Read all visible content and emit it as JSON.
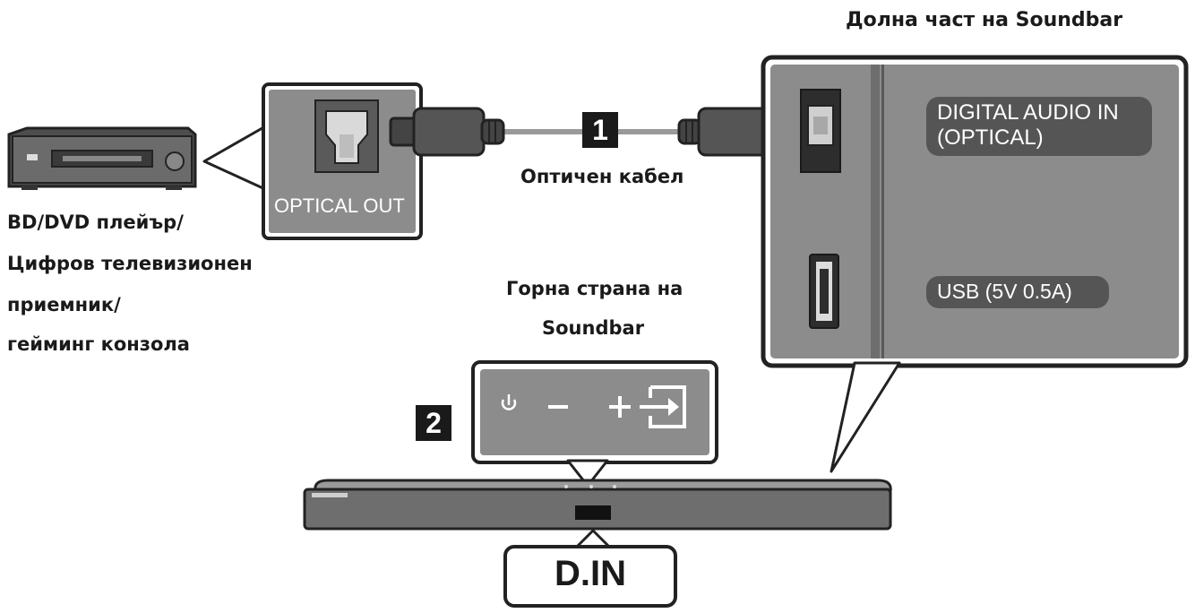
{
  "labels": {
    "soundbar_bottom": "Долна част на Soundbar",
    "soundbar_top_line1": "Горна страна на",
    "soundbar_top_line2": "Soundbar",
    "cable": "Оптичен кабел",
    "source_device": [
      "BD/DVD плейър/",
      "Цифров телевизионен",
      "приемник/",
      "гейминг конзола"
    ]
  },
  "ports": {
    "optical_out": "OPTICAL OUT",
    "digital_audio_in_line1": "DIGITAL AUDIO IN",
    "digital_audio_in_line2": "(OPTICAL)",
    "usb": "USB (5V 0.5A)"
  },
  "steps": {
    "step1": "1",
    "step2": "2"
  },
  "display": {
    "mode": "D.IN"
  },
  "colors": {
    "panel_gray": "#8c8c8c",
    "dark": "#1a1a1a",
    "outline": "#222222"
  },
  "icons": [
    "power-icon",
    "volume-down-icon",
    "volume-up-icon",
    "input-source-icon"
  ]
}
